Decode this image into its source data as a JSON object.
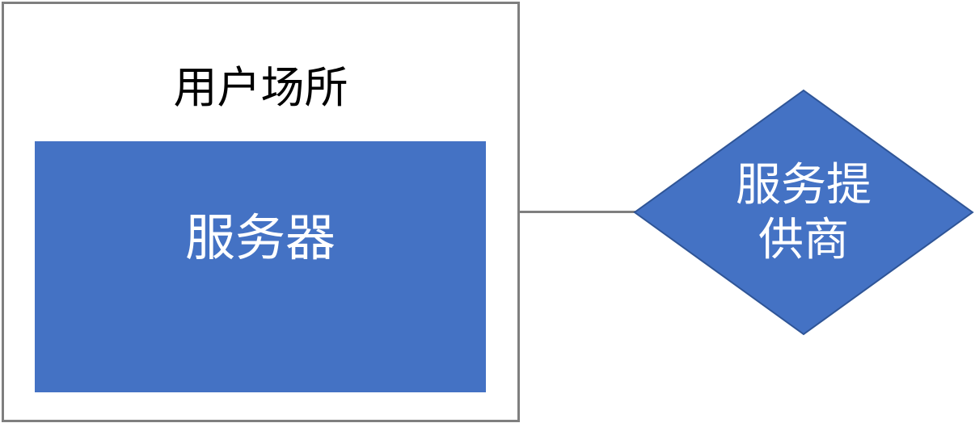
{
  "diagram": {
    "container": {
      "label": "用户场所"
    },
    "server": {
      "label": "服务器"
    },
    "provider": {
      "line1": "服务提",
      "line2": "供商"
    },
    "colors": {
      "container_border": "#7f7f7f",
      "shape_fill": "#4472c4",
      "shape_stroke": "#2f5597",
      "connector": "#7f7f7f",
      "shape_text": "#ffffff",
      "container_text": "#000000"
    }
  }
}
